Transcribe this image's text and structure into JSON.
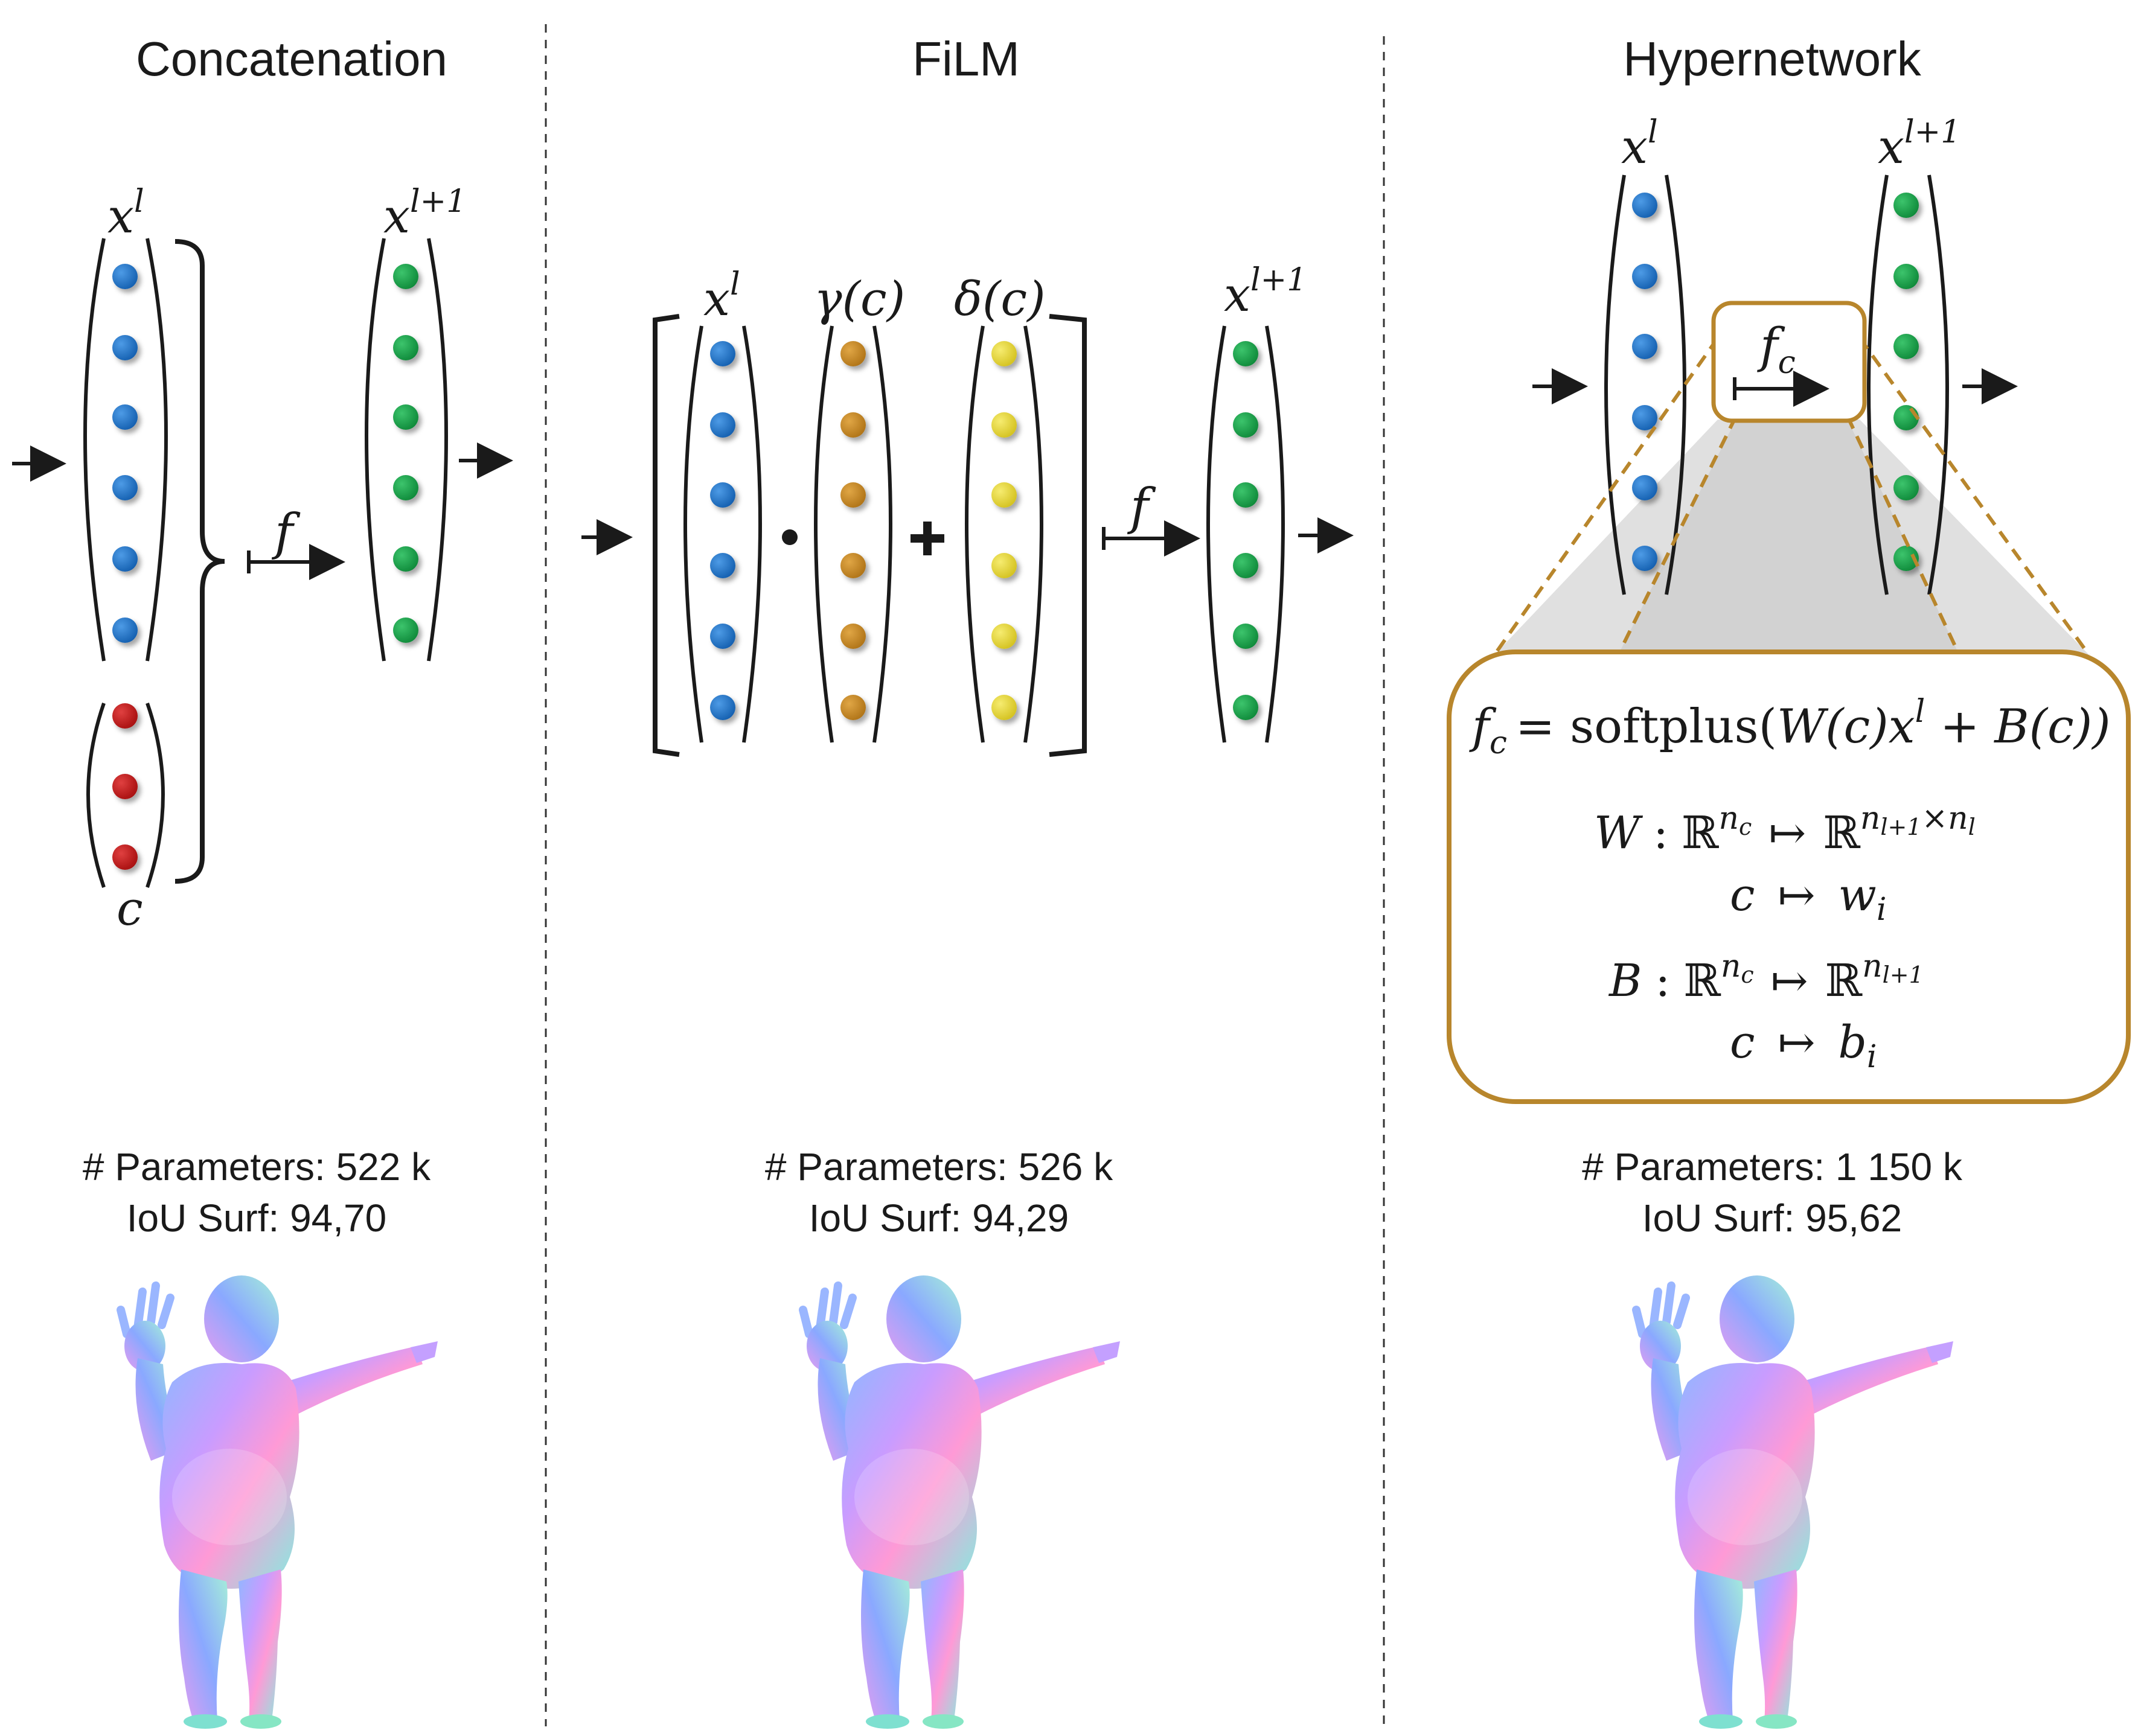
{
  "panels": {
    "concat": {
      "title": "Concatenation",
      "params": "# Parameters: 522 k",
      "iou": "IoU Surf: 94,70",
      "in_label": "x",
      "in_sup": "l",
      "out_label": "x",
      "out_sup": "l+1",
      "cond_label": "c",
      "func_label": "f"
    },
    "film": {
      "title": "FiLM",
      "params": "# Parameters: 526 k",
      "iou": "IoU Surf: 94,29",
      "in_label": "x",
      "in_sup": "l",
      "gamma_label": "γ(c)",
      "delta_label": "δ(c)",
      "out_label": "x",
      "out_sup": "l+1",
      "func_label": "f"
    },
    "hyper": {
      "title": "Hypernetwork",
      "params": "# Parameters: 1 150 k",
      "iou": "IoU Surf: 95,62",
      "in_label": "x",
      "in_sup": "l",
      "out_label": "x",
      "out_sup": "l+1",
      "func_label": "f",
      "func_sub": "c",
      "eq_lhs_f": "f",
      "eq_lhs_sub": "c",
      "eq_rhs_a": "= softplus(",
      "eq_rhs_w": "W",
      "eq_rhs_b": "(c)x",
      "eq_rhs_sup": "l",
      "eq_rhs_c": " + ",
      "eq_rhs_B": "B",
      "eq_rhs_d": "(c))",
      "W_name": "W",
      "B_name": "B",
      "colon": ":",
      "mapsto": "↦",
      "reals": "ℝ",
      "n": "n",
      "sub_c": "c",
      "sub_l1": "l+1",
      "times": "×",
      "sub_l": "l",
      "c_var": "c",
      "w_var": "w",
      "b_var": "b",
      "i_sub": "i"
    }
  },
  "colors": {
    "blue": "#1f6fc4",
    "green": "#17a04a",
    "red": "#c61a1a",
    "orange": "#c98a22",
    "yellow": "#e6d83a",
    "gold_border": "#b8862c",
    "text": "#1a1a1a",
    "shade": "#d9d9d9"
  }
}
